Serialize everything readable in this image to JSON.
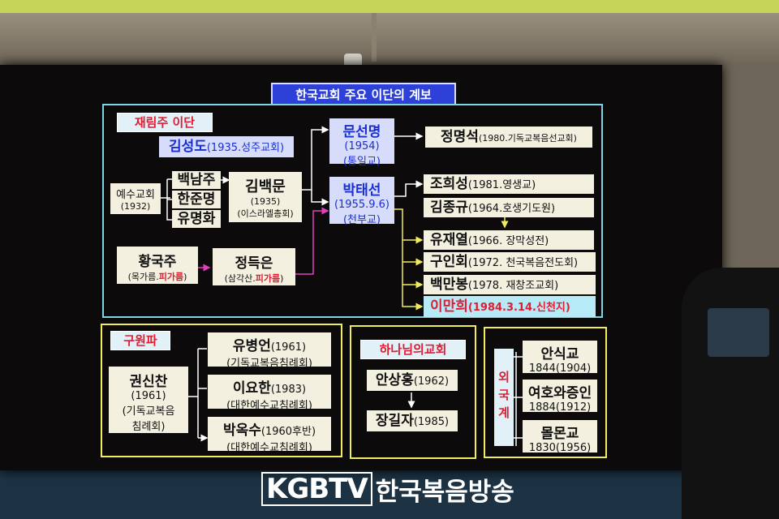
{
  "header_title": "한국교회 주요 이단의 계보",
  "sections": {
    "jaerimju": "재림주 이단",
    "guwonpa": "구원파",
    "hananim": "하나님의교회",
    "oegukgye": "외국계"
  },
  "nodes": {
    "kim_seongdo": {
      "name": "김성도",
      "sub": "(1935.성주교회)"
    },
    "yesu_gyohoe": {
      "name": "예수교회",
      "sub": "(1932)"
    },
    "baek_namju": {
      "name": "백남주"
    },
    "han_junmyeong": {
      "name": "한준명"
    },
    "yu_myeonghwa": {
      "name": "유명화"
    },
    "kim_baekmun": {
      "name": "김백문",
      "year": "(1935)",
      "sub": "(이스라엘총회)"
    },
    "hwang_gukju": {
      "name": "황국주",
      "sub_a": "(목가름.",
      "sub_b": "피가름",
      "sub_c": ")"
    },
    "jeong_deugeun": {
      "name": "정득은",
      "sub_a": "(삼각산.",
      "sub_b": "피가름",
      "sub_c": ")"
    },
    "mun_seonmyeong": {
      "name": "문선명",
      "year": "(1954)",
      "sub": "(통일교)"
    },
    "park_taeseon": {
      "name": "박태선",
      "year": "(1955.9.6)",
      "sub": "(천부교)"
    },
    "jeong_myeongseok": {
      "name": "정명석",
      "sub": "(1980.기독교복음선교회)"
    },
    "jo_huiseong": {
      "name": "조희성",
      "sub": "(1981.영생교)"
    },
    "kim_jonggyu": {
      "name": "김종규",
      "sub": "(1964.호생기도원)"
    },
    "yu_jaeyeol": {
      "name": "유재열",
      "sub": "(1966. 장막성전)"
    },
    "gu_inhoe": {
      "name": "구인회",
      "sub": "(1972. 천국복음전도회)"
    },
    "baek_manbong": {
      "name": "백만봉",
      "sub": "(1978. 재창조교회)"
    },
    "lee_manhui": {
      "name": "이만희",
      "sub": "(1984.3.14.신천지)"
    },
    "gwon_sinchan": {
      "name": "권신찬",
      "year": "(1961)",
      "sub1": "(기독교복음",
      "sub2": "침례회)"
    },
    "yu_byeongeon": {
      "name": "유병언",
      "year": "(1961)",
      "sub": "(기독교복음침례회)"
    },
    "lee_yohan": {
      "name": "이요한",
      "year": "(1983)",
      "sub": "(대한예수교침례회)"
    },
    "park_oksu": {
      "name": "박옥수",
      "year": "(1960후반)",
      "sub": "(대한예수교침례회)"
    },
    "ahn_sanghong": {
      "name": "안상홍",
      "sub": "(1962)"
    },
    "jang_giljja": {
      "name": "장길자",
      "sub": "(1985)"
    },
    "ansikgyo": {
      "name": "안식교",
      "sub": "1844(1904)"
    },
    "jehovah": {
      "name": "여호와증인",
      "sub": "1884(1912)"
    },
    "mormon": {
      "name": "몰몬교",
      "sub": "1830(1956)"
    }
  },
  "broadcaster": {
    "logo": "KGBTV",
    "name": "한국복음방송"
  },
  "colors": {
    "frame_cyan": "#7fd3e6",
    "frame_yellow": "#f0ec5c",
    "title_blue": "#2d40d8",
    "accent_red": "#e01c33",
    "arrow_magenta": "#e040c0"
  }
}
